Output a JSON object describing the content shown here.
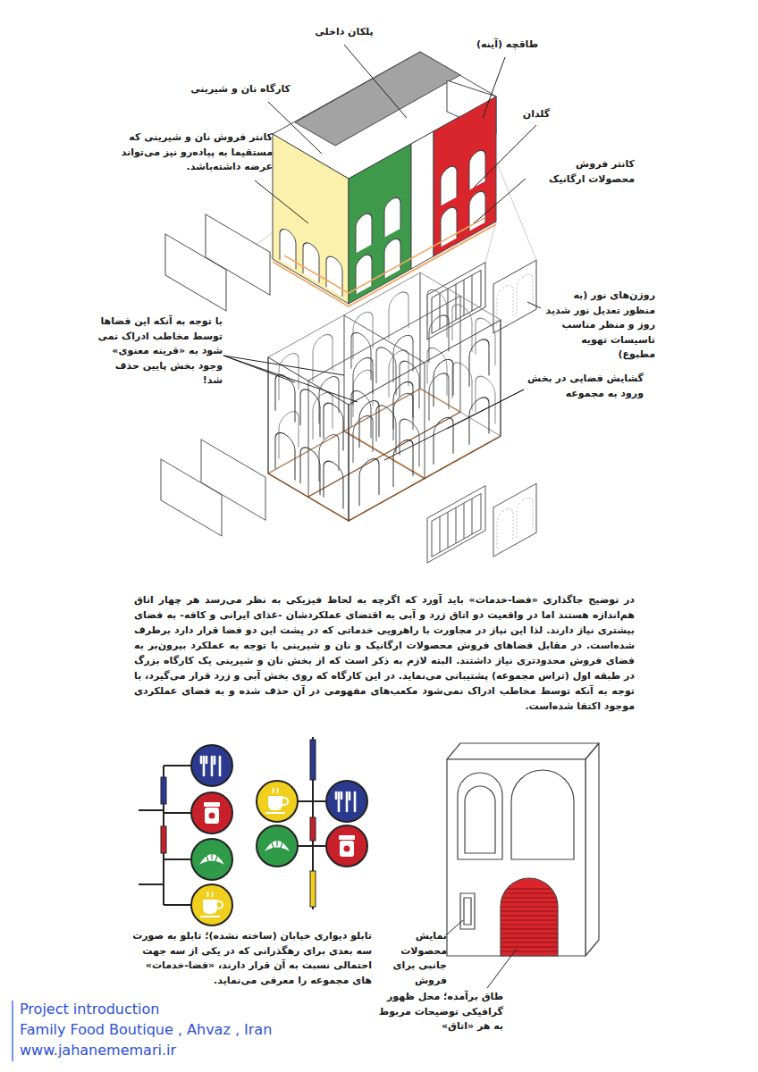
{
  "diagram": {
    "labels": [
      "پلکان داخلی",
      "طاقچه (آینه)",
      "کارگاه نان و شیرینی",
      "گلدان",
      "کانتر فروش نان و شیرینی که مستقیما به پیاده‌رو نیز می‌تواند عرضه داشته‌باشد.",
      "کانتر فروش محصولات ارگانیک",
      "روزن‌های نور (به منظور تعدیل نور شدید روز و منظر مناسب تاسیسات تهویه مطبوع)",
      "با توجه به آنکه این فضاها توسط مخاطب ادراک نمی شود به «قرینه معنوی» وجود بخش پایین حذف شد!",
      "گشایش فضایی در بخش ورود به مجموعه",
      "در توضیح جاگذاری «فضا-خدمات» باید آورد که اگرچه به لحاظ فیزیکی به نظر می‌رسد هر چهار اتاق هم‌اندازه هستند اما در واقعیت دو اتاق زرد و آبی به اقتضای عملکردشان -غذای ایرانی و کافه- به فضای بیشتری نیاز دارند. لذا این نیاز در مجاورت با راهرویی خدماتی که در پشت این دو فضا قرار دارد برطرف شده‌است. در مقابل فضاهای فروش محصولات ارگانیک و نان و شیرینی با توجه به عملکرد بیرون‌بر به فضای فروش محدودتری نیاز داشتند. البته لازم به ذکر است که از بخش نان و شیرینی یک کارگاه بزرگ در طبقه اول (تراس مجموعه) پشتیبانی می‌نماید. در این کارگاه که روی بخش آبی و زرد قرار می‌گیرد، با توجه به آنکه توسط مخاطب ادراک نمی‌شود مکعب‌های مفهومی در آن حذف شده و به فضای عملکردی موجود اکتفا شده‌است.",
      "تابلو دیواری خیابان (ساخته نشده)؛ تابلو به صورت سه بعدی برای رهگذرانی که در یکی از سه جهت احتمالی نسبت به آن قرار دارند، «فضا-خدمات» های مجموعه را معرفی می‌نماید.",
      "نمایش محصولات جانبی برای فروش",
      "طاق برآمده؛ محل ظهور گرافیکی توضیحات مربوط به هر «اتاق»",
      "Project introduction",
      "Family Food Boutique , Ahvaz , Iran",
      "www.jahanememari.ir"
    ]
  }
}
